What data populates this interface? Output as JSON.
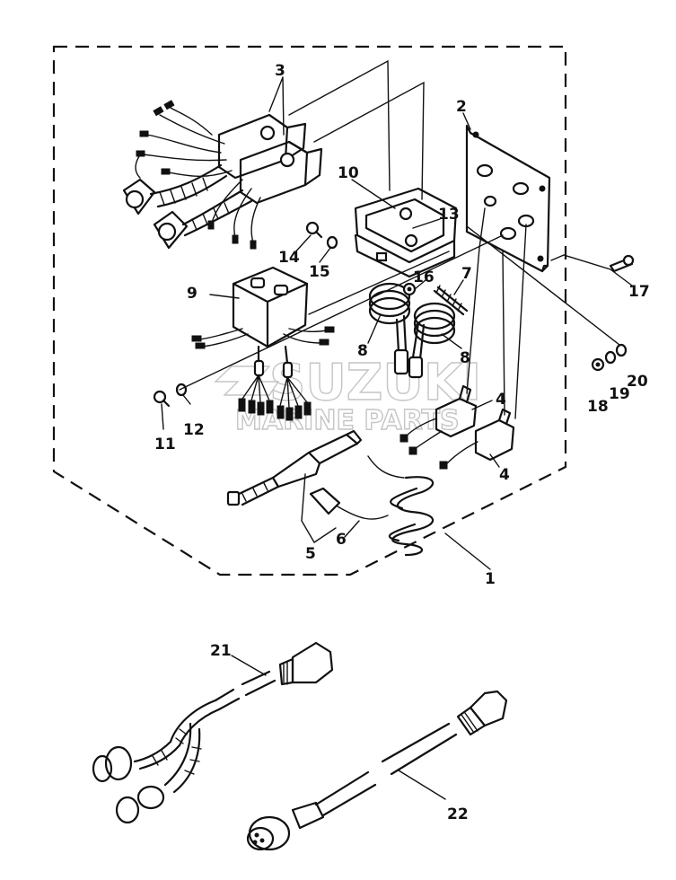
{
  "callouts": {
    "c1": "1",
    "c2": "2",
    "c3": "3",
    "c4a": "4",
    "c4b": "4",
    "c5": "5",
    "c6": "6",
    "c7": "7",
    "c8a": "8",
    "c8b": "8",
    "c9": "9",
    "c10": "10",
    "c11": "11",
    "c12": "12",
    "c13": "13",
    "c14": "14",
    "c15": "15",
    "c16": "16",
    "c17": "17",
    "c18": "18",
    "c19": "19",
    "c20": "20",
    "c21": "21",
    "c22": "22"
  },
  "watermark": {
    "line1": "SUZUKI",
    "line2": "MARINE PARTS"
  }
}
